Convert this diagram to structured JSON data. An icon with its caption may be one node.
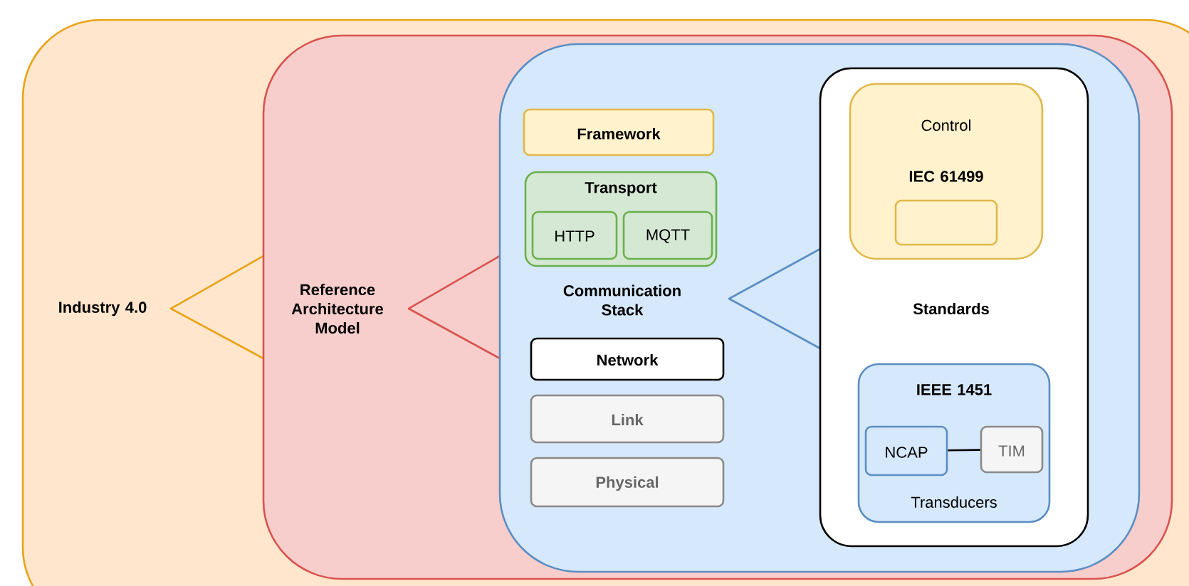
{
  "diagram": {
    "nodes": [
      {
        "text": [
          "Industry 4.0"
        ]
      },
      {
        "text": [
          "Reference Architecture Model"
        ],
        "in": 0
      },
      {
        "text": [
          "Communication Stack"
        ],
        "in": 1
      },
      {
        "text": [
          "Framework"
        ],
        "in": 2
      },
      {
        "text": [
          "Transport"
        ],
        "in": 2
      },
      {
        "text": [
          "HTTP"
        ],
        "in": 4
      },
      {
        "text": [
          "MQTT"
        ],
        "in": 4
      },
      {
        "text": [
          "Network"
        ],
        "in": 2
      },
      {
        "text": [
          "Link"
        ],
        "in": 2
      },
      {
        "text": [
          "Physical"
        ],
        "in": 2
      },
      {
        "text": [
          "Standards"
        ],
        "in": 2
      },
      {
        "text": [
          "Control",
          "IEC 61499"
        ],
        "in": 10
      },
      {
        "text": [],
        "shape": "box",
        "in": 11
      },
      {
        "text": [
          "IEEE 1451",
          "Transducers"
        ],
        "in": 10
      },
      {
        "text": [
          "NCAP"
        ],
        "in": 13
      },
      {
        "text": [
          "TIM"
        ],
        "in": 13
      }
    ],
    "edges": [
      {
        "from": 14,
        "to": 15,
        "arrow": "none"
      }
    ]
  }
}
